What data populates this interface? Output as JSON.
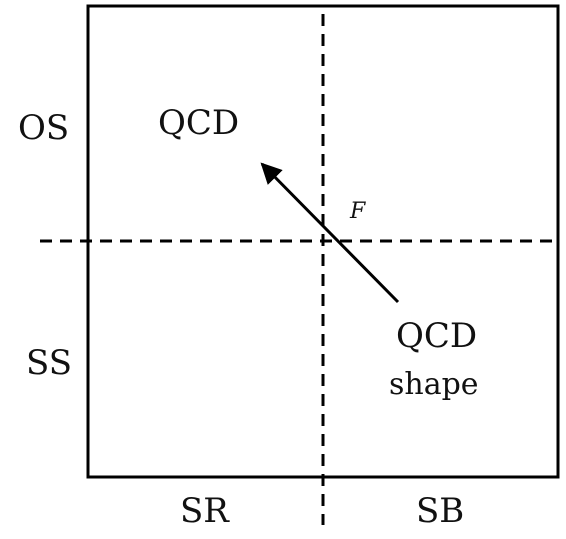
{
  "labels": {
    "row_top": "OS",
    "row_bottom": "SS",
    "col_left": "SR",
    "col_right": "SB",
    "qcd_top": "QCD",
    "qcd_bottom_line1": "QCD",
    "qcd_bottom_line2": "shape",
    "arrow_label": "F"
  },
  "colors": {
    "line": "#000000",
    "text": "#111111"
  }
}
